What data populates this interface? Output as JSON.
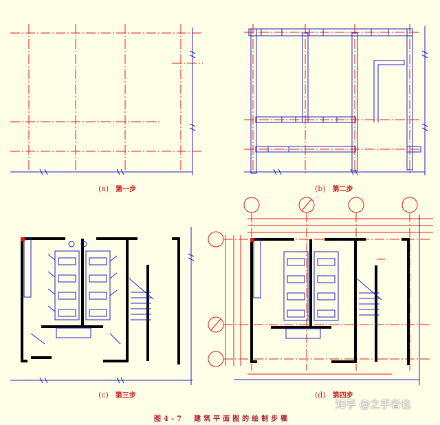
{
  "panels": [
    {
      "tag": "(a)",
      "step": "第一步"
    },
    {
      "tag": "(b)",
      "step": "第二步"
    },
    {
      "tag": "(c)",
      "step": "第三步"
    },
    {
      "tag": "(d)",
      "step": "第四步"
    }
  ],
  "figure_title": "图4-7　建筑平面图的绘制步骤",
  "watermark": "知乎 @之乎者也",
  "colors": {
    "axis": "#e01818",
    "wall": "#000000",
    "detail": "#1c1cd0",
    "background": "#ffffe8"
  }
}
